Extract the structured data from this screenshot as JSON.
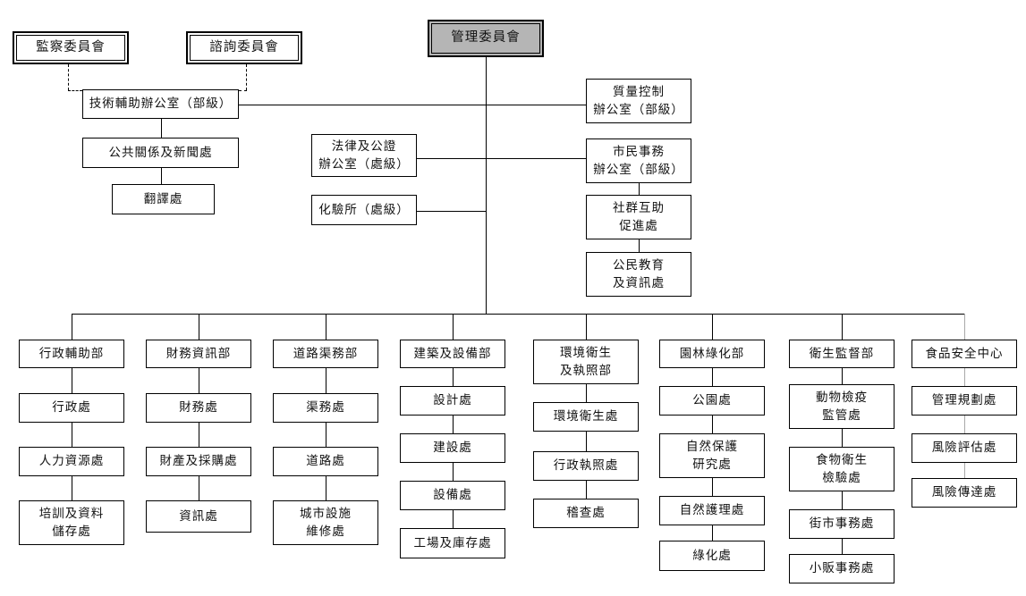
{
  "committees": {
    "supervisory": "監察委員會",
    "advisory": "諮詢委員會",
    "management": "管理委員會"
  },
  "staff_offices": {
    "technical_support": "技術輔助辦公室（部級）",
    "public_relations_news": "公共關係及新聞處",
    "translation": "翻譯處",
    "legal_notary": "法律及公證\n辦公室（處級）",
    "laboratory": "化驗所（處級）",
    "quality_control": "質量控制\n辦公室（部級）",
    "citizen_affairs": "市民事務\n辦公室（部級）",
    "community_mutual_aid": "社群互助\n促進處",
    "civic_education_info": "公民教育\n及資訊處"
  },
  "departments": [
    {
      "name": "行政輔助部",
      "children": [
        "行政處",
        "人力資源處",
        "培訓及資料\n儲存處"
      ]
    },
    {
      "name": "財務資訊部",
      "children": [
        "財務處",
        "財產及採購處",
        "資訊處"
      ]
    },
    {
      "name": "道路渠務部",
      "children": [
        "渠務處",
        "道路處",
        "城市設施\n維修處"
      ]
    },
    {
      "name": "建築及設備部",
      "children": [
        "設計處",
        "建設處",
        "設備處",
        "工場及庫存處"
      ]
    },
    {
      "name": "環境衛生\n及執照部",
      "children": [
        "環境衛生處",
        "行政執照處",
        "稽查處"
      ]
    },
    {
      "name": "園林綠化部",
      "children": [
        "公園處",
        "自然保護\n研究處",
        "自然護理處",
        "綠化處"
      ]
    },
    {
      "name": "衛生監督部",
      "children": [
        "動物檢疫\n監管處",
        "食物衛生\n檢驗處",
        "街市事務處",
        "小販事務處"
      ]
    },
    {
      "name": "食品安全中心",
      "children": [
        "管理規劃處",
        "風險評估處",
        "風險傳達處"
      ]
    }
  ],
  "colors": {
    "management_fill": "#b5b5b5",
    "line": "#000000",
    "gray_line": "#a8a8a8",
    "background": "#ffffff"
  }
}
